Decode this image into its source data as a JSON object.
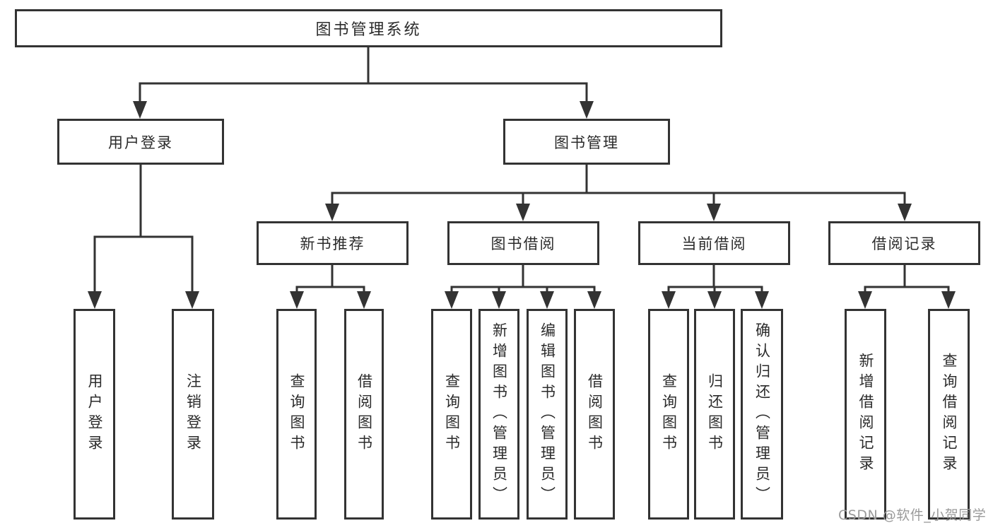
{
  "diagram": {
    "root": {
      "label": "图书管理系统"
    },
    "level2": [
      {
        "label": "用户登录",
        "children": [
          "用户登录",
          "注销登录"
        ]
      },
      {
        "label": "图书管理",
        "modules": [
          {
            "label": "新书推荐",
            "children": [
              "查询图书",
              "借阅图书"
            ]
          },
          {
            "label": "图书借阅",
            "children": [
              "查询图书",
              "新增图书（管理员）",
              "编辑图书（管理员）",
              "借阅图书"
            ]
          },
          {
            "label": "当前借阅",
            "children": [
              "查询图书",
              "归还图书",
              "确认归还（管理员）"
            ]
          },
          {
            "label": "借阅记录",
            "children": [
              "新增借阅记录",
              "查询借阅记录"
            ]
          }
        ]
      }
    ]
  },
  "watermark": {
    "text": "CSDN @软件_小贺同学"
  },
  "colors": {
    "line": "#333333",
    "box_border": "#333333",
    "text": "#2b2b2b",
    "background": "#ffffff",
    "watermark": "#9b9b9b"
  }
}
